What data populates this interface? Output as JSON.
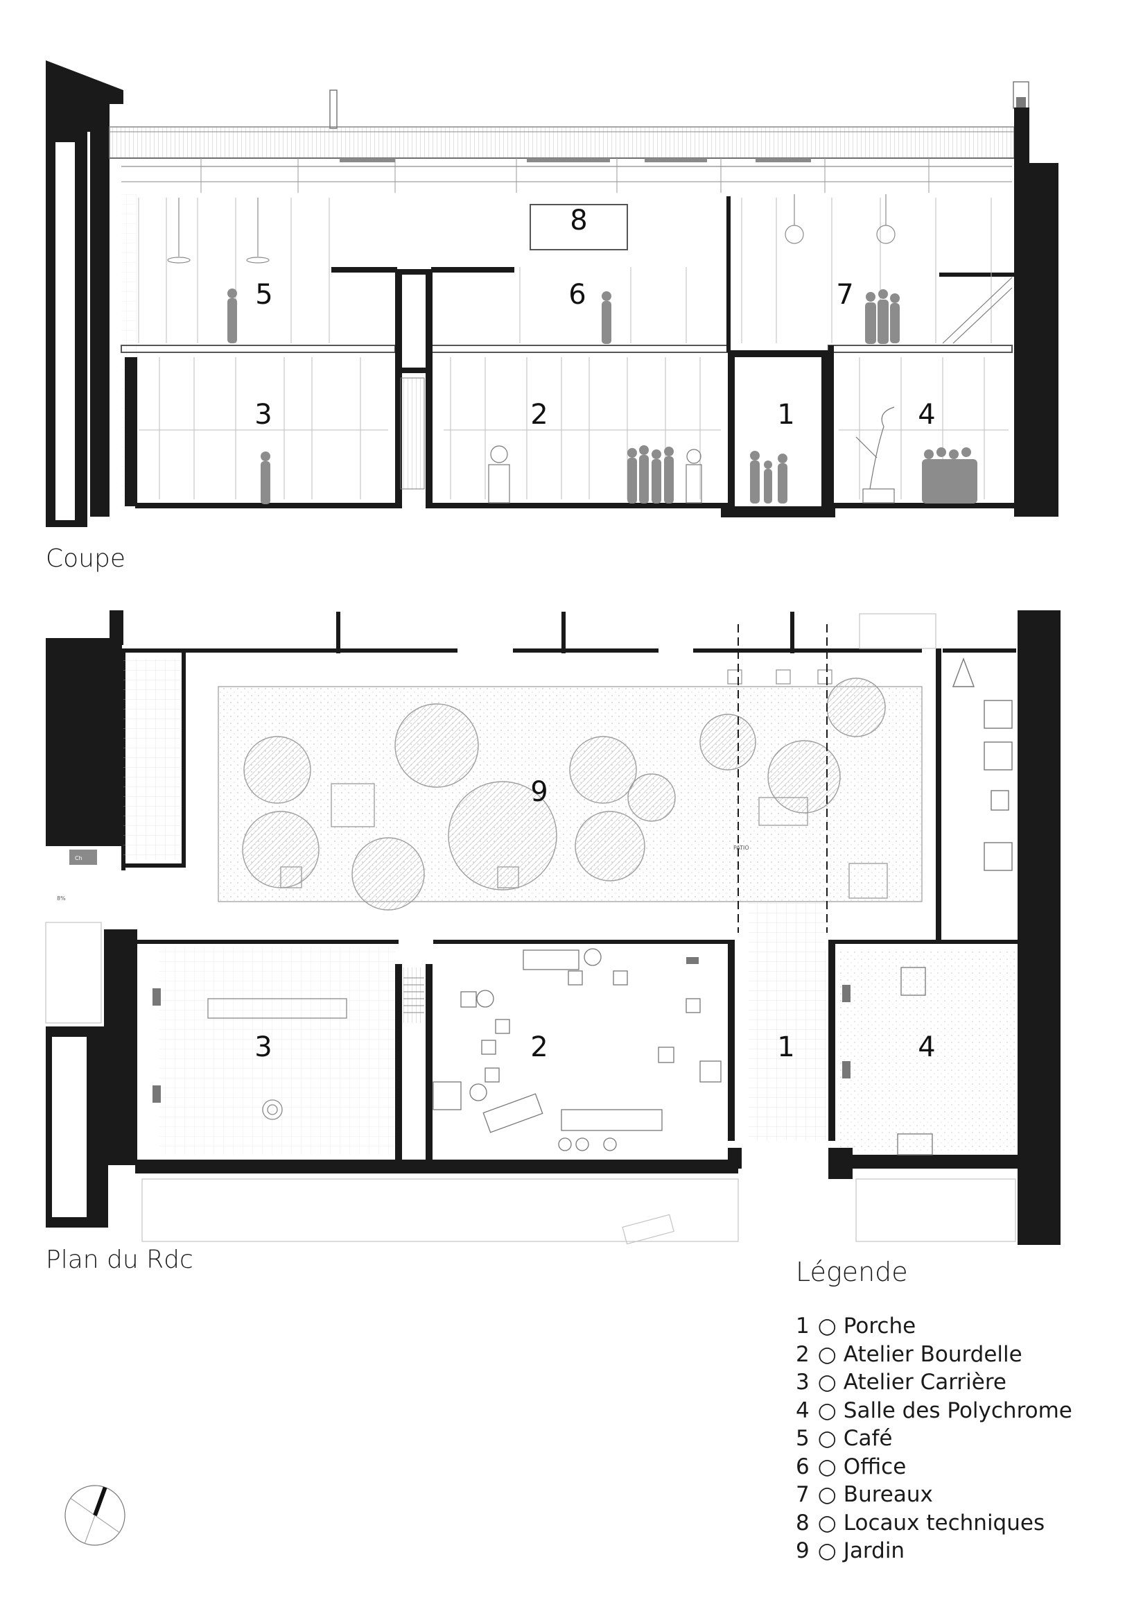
{
  "section": {
    "caption": "Coupe",
    "labels": [
      {
        "id": "5",
        "text": "5"
      },
      {
        "id": "6",
        "text": "6"
      },
      {
        "id": "7",
        "text": "7"
      },
      {
        "id": "8",
        "text": "8"
      },
      {
        "id": "3",
        "text": "3"
      },
      {
        "id": "2",
        "text": "2"
      },
      {
        "id": "1",
        "text": "1"
      },
      {
        "id": "4",
        "text": "4"
      }
    ]
  },
  "plan": {
    "caption": "Plan du Rdc",
    "labels": [
      {
        "id": "9",
        "text": "9"
      },
      {
        "id": "3",
        "text": "3"
      },
      {
        "id": "2",
        "text": "2"
      },
      {
        "id": "1",
        "text": "1"
      },
      {
        "id": "4",
        "text": "4"
      }
    ],
    "small_labels": [
      "PATIO",
      "Ch",
      "8%"
    ]
  },
  "legend": {
    "title": "Légende",
    "separator": "○",
    "items": [
      {
        "num": "1",
        "label": "Porche"
      },
      {
        "num": "2",
        "label": "Atelier Bourdelle"
      },
      {
        "num": "3",
        "label": "Atelier Carrière"
      },
      {
        "num": "4",
        "label": "Salle des Polychrome"
      },
      {
        "num": "5",
        "label": "Café"
      },
      {
        "num": "6",
        "label": "Office"
      },
      {
        "num": "7",
        "label": "Bureaux"
      },
      {
        "num": "8",
        "label": "Locaux techniques"
      },
      {
        "num": "9",
        "label": "Jardin"
      }
    ]
  },
  "colors": {
    "wall": "#1a1a1a",
    "line": "#9a9a9a",
    "figure": "#8c8c8c",
    "vegetation": "#a0a0a0"
  },
  "icons": [
    "north-arrow-icon"
  ]
}
